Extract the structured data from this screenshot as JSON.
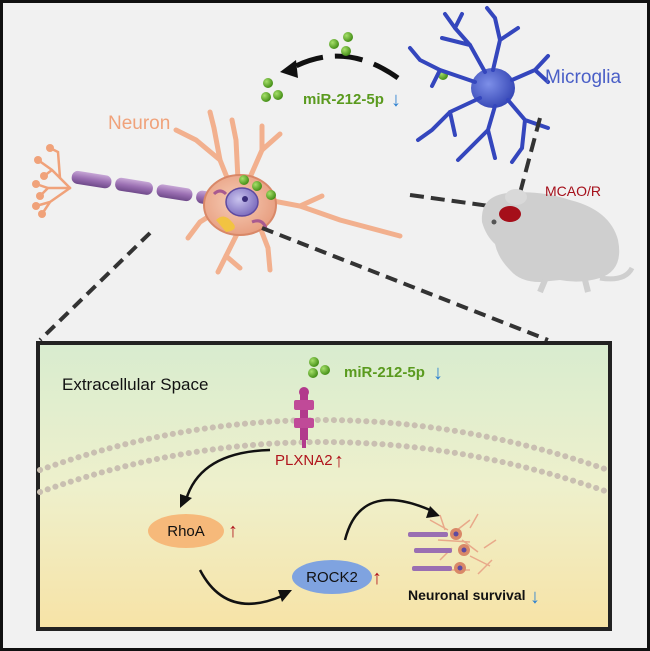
{
  "top": {
    "neuron_label": "Neuron",
    "microglia_label": "Microglia",
    "model_label": "MCAO/R",
    "mirna_label": "miR-212-5p",
    "mirna_arrow": "↓"
  },
  "inset": {
    "space_label": "Extracellular Space",
    "mirna_label": "miR-212-5p",
    "mirna_arrow": "↓",
    "receptor_label": "PLXNA2",
    "receptor_arrow": "↑",
    "rhoa_label": "RhoA",
    "rhoa_arrow": "↑",
    "rock2_label": "ROCK2",
    "rock2_arrow": "↑",
    "survival_label": "Neuronal survival",
    "survival_arrow": "↓"
  },
  "colors": {
    "neuron": "#f0a27a",
    "microglia": "#4a5fc7",
    "mcao": "#a50f1a",
    "mirna": "#5a9a1e",
    "down_arrow": "#2a7fd0",
    "up_arrow": "#b0141c",
    "plxna2": "#b0141c",
    "rhoa_fill": "#f6b97a",
    "rock2_fill": "#7fa3e0"
  }
}
